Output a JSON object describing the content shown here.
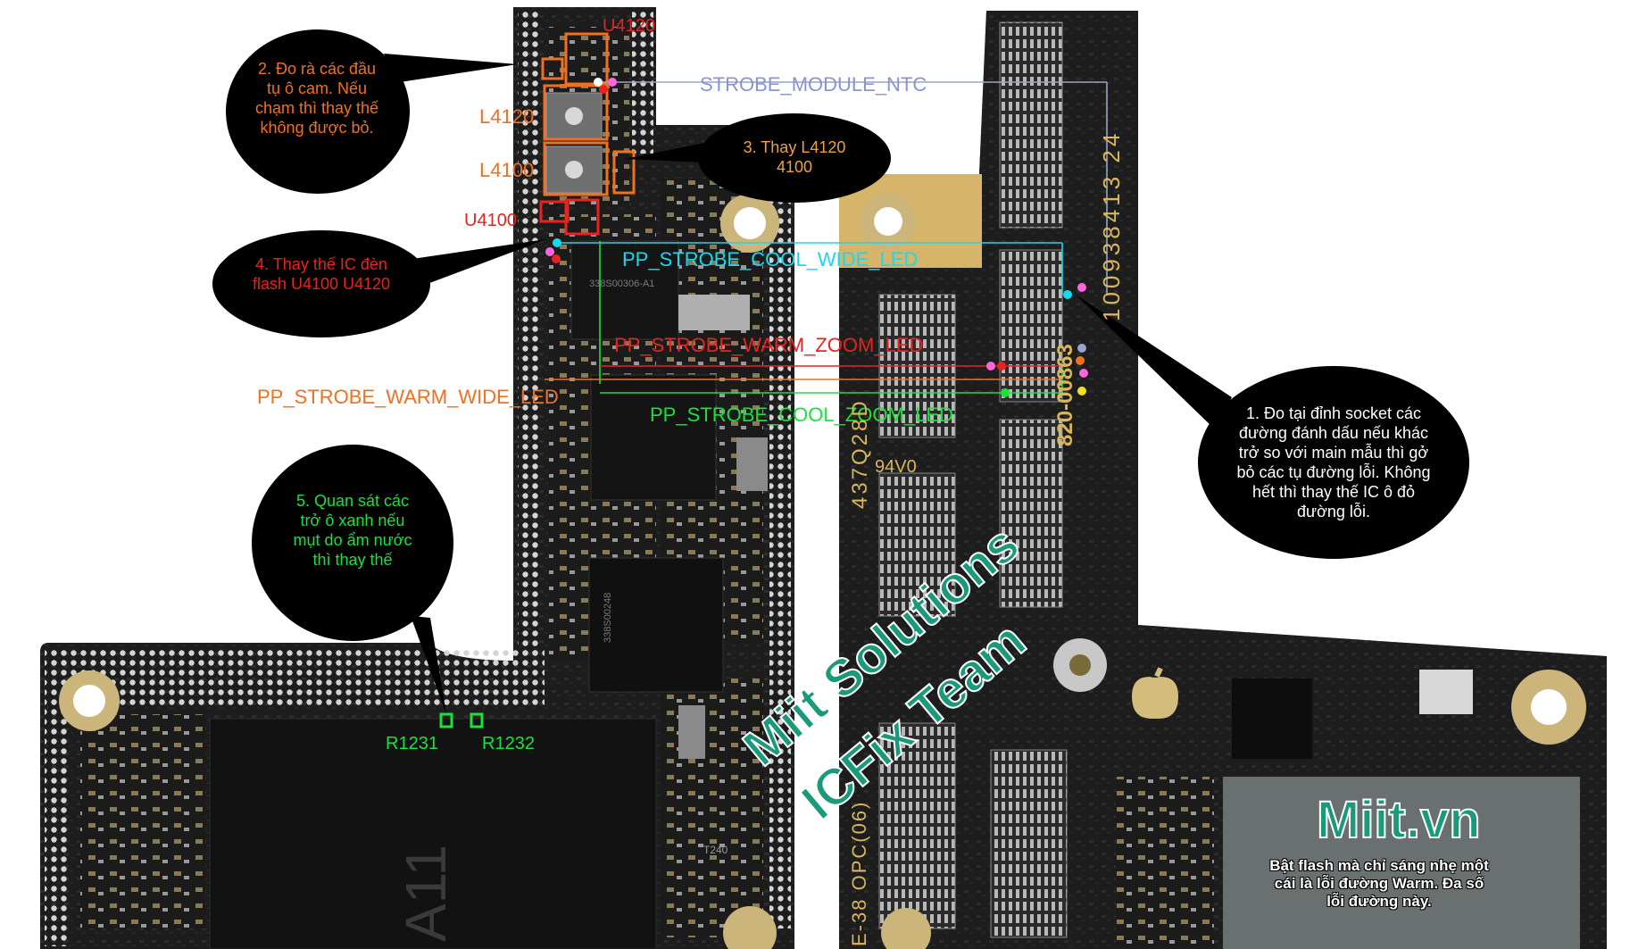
{
  "colors": {
    "board": "#1c1c1c",
    "board_edge": "#2a2a2a",
    "pad": "#cfcfcf",
    "gold": "#d9b65a",
    "red": "#e8231f",
    "orange": "#f07021",
    "green": "#18e23c",
    "cyan": "#19d9f0",
    "blue": "#7a86c8",
    "bubble": "#000000",
    "teal": "#1a9a7a"
  },
  "labels": {
    "u4120": "U4120",
    "l4120": "L4120",
    "l4100": "L4100",
    "u4100": "U4100",
    "r1231": "R1231",
    "r1232": "R1232",
    "strobe_module_ntc": "STROBE_MODULE_NTC",
    "cool_wide": "PP_STROBE_COOL_WIDE_LED",
    "warm_zoom": "PP_STROBE_WARM_ZOOM_LED",
    "warm_wide": "PP_STROBE_WARM_WIDE_LED",
    "cool_zoom": "PP_STROBE_COOL_ZOOM_LED"
  },
  "callouts": {
    "c1": "1. Đo tại đỉnh socket các đường đánh dấu nếu khác trở so với main mẫu  thì gở bỏ các tụ đường lỗi. Không hết thì thay thế IC ô đỏ đường lỗi.",
    "c2": "2. Đo rà các đầu tụ ô cam. Nếu chạm thì thay thế không được bỏ.",
    "c3": "3. Thay L4120 4100",
    "c4": "4. Thay thế IC đèn flash U4100 U4120",
    "c5": "5. Quan sát các trở ô xanh nếu mụt do ẩm nước thì thay thế"
  },
  "board_text": {
    "serial": "820-00863",
    "part": "100938413 24",
    "code": "437Q28D",
    "rating": "94V0",
    "ref": "E-38 OPC(06)",
    "chip_a11": "A11",
    "chip_top": "338S00306-A1",
    "chip_mid": "338S00248",
    "t240": "T240"
  },
  "watermark": {
    "line1": "Miit Solutions",
    "line2": "ICFix Team",
    "site": "Miit.vn",
    "note": "Bật flash mà chỉ sáng nhẹ một cái là lỗi đường Warm. Đa số lỗi đường này."
  }
}
